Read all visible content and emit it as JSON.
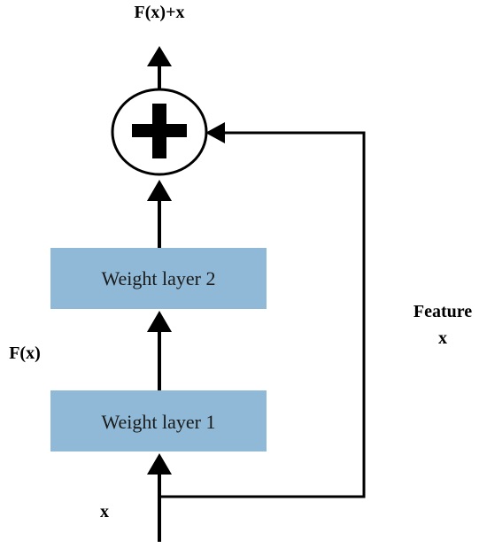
{
  "labels": {
    "output": "F(x)+x",
    "residual": "F(x)",
    "input": "x",
    "shortcut_line1": "Feature",
    "shortcut_line2": "x"
  },
  "layers": [
    {
      "label": "Weight layer 2"
    },
    {
      "label": "Weight layer 1"
    }
  ],
  "colors": {
    "layer_fill": "#8fb9d6",
    "stroke": "#000000",
    "background": "#ffffff"
  },
  "icons": {
    "sum_node": "plus-icon"
  }
}
